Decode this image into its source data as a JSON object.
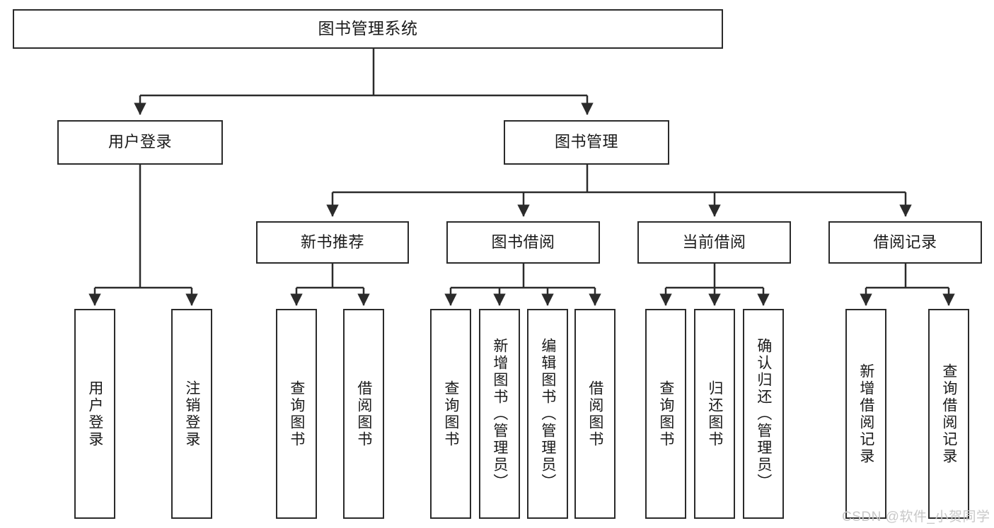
{
  "diagram": {
    "title": "图书管理系统",
    "type": "tree-hierarchy",
    "watermark": "CSDN @软件_小贺同学",
    "colors": {
      "box_border": "#2b2b2b",
      "box_fill": "#ffffff",
      "connector": "#2b2b2b",
      "text": "#1a1a1a",
      "watermark": "#c8c8c8"
    },
    "levels": {
      "root": {
        "label": "图书管理系统"
      },
      "level2": [
        {
          "label": "用户登录"
        },
        {
          "label": "图书管理"
        }
      ],
      "level3": [
        {
          "label": "新书推荐"
        },
        {
          "label": "图书借阅"
        },
        {
          "label": "当前借阅"
        },
        {
          "label": "借阅记录"
        }
      ],
      "leaves": {
        "user_login": [
          {
            "label": "用户登录"
          },
          {
            "label": "注销登录"
          }
        ],
        "new_book_recommend": [
          {
            "label": "查询图书"
          },
          {
            "label": "借阅图书"
          }
        ],
        "book_borrow": [
          {
            "label": "查询图书"
          },
          {
            "label": "新增图书（管理员）"
          },
          {
            "label": "编辑图书（管理员）"
          },
          {
            "label": "借阅图书"
          }
        ],
        "current_borrow": [
          {
            "label": "查询图书"
          },
          {
            "label": "归还图书"
          },
          {
            "label": "确认归还（管理员）"
          }
        ],
        "borrow_record": [
          {
            "label": "新增借阅记录"
          },
          {
            "label": "查询借阅记录"
          }
        ]
      }
    }
  }
}
